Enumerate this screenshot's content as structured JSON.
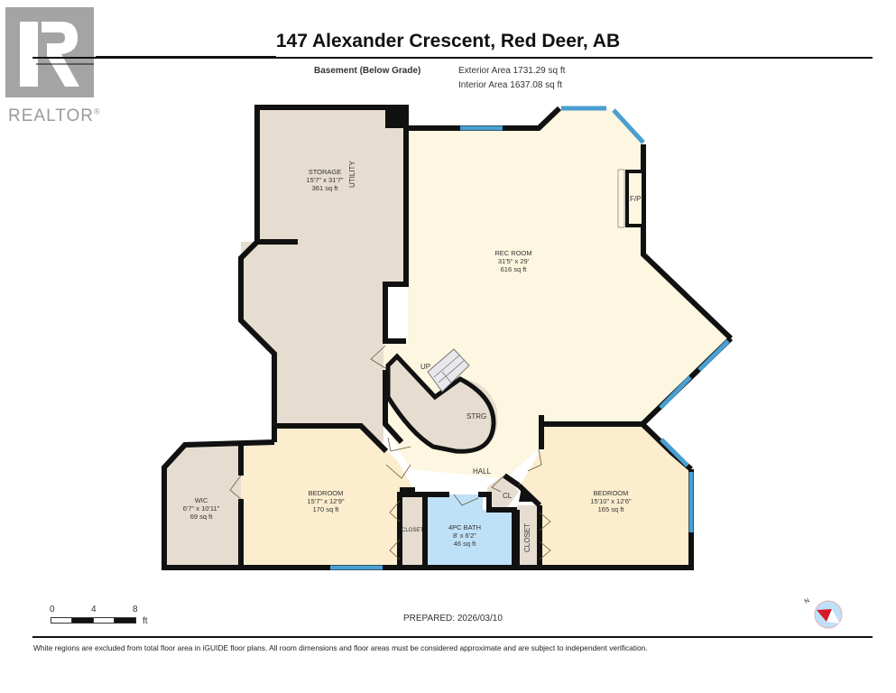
{
  "brand": {
    "logo_letter": "R",
    "logo_text": "REALTOR",
    "registered": "®"
  },
  "header": {
    "title": "147 Alexander Crescent, Red Deer, AB",
    "level": "Basement (Below Grade)",
    "exterior_area": "Exterior Area 1731.29 sq ft",
    "interior_area": "Interior Area 1637.08 sq ft"
  },
  "rooms": [
    {
      "name": "STORAGE",
      "dims": "15'7\" x 31'7\"",
      "area": "361 sq ft"
    },
    {
      "name": "REC ROOM",
      "dims": "31'5\" x 29'",
      "area": "616 sq ft"
    },
    {
      "name": "WIC",
      "dims": "6'7\" x 10'11\"",
      "area": "69 sq ft"
    },
    {
      "name": "BEDROOM",
      "dims": "15'7\" x 12'9\"",
      "area": "170 sq ft"
    },
    {
      "name": "4PC BATH",
      "dims": "8' x 6'2\"",
      "area": "46 sq ft"
    },
    {
      "name": "BEDROOM",
      "dims": "15'10\" x 12'6\"",
      "area": "165 sq ft"
    }
  ],
  "labels": {
    "utility": "UTILITY",
    "fireplace": "F/P",
    "up": "UP",
    "strg": "STRG",
    "hall": "HALL",
    "cl": "CL",
    "closet_left": "CLOSET",
    "closet_right": "CLOSET"
  },
  "scale": {
    "ticks": [
      "0",
      "4",
      "8"
    ],
    "unit": "ft"
  },
  "footer": {
    "prepared": "PREPARED: 2026/03/10",
    "compass_label": "N",
    "disclaimer": "White regions are excluded from total floor area in iGUIDE floor plans. All room dimensions and floor areas must be considered approximate and are subject to independent verification."
  },
  "colors": {
    "storage_fill": "#e6ddd0",
    "rec_fill": "#fdf6e0",
    "bedroom_fill": "#fbedcd",
    "bath_fill": "#bfe1f7",
    "wall": "#111111",
    "window": "#4a9fd0"
  }
}
